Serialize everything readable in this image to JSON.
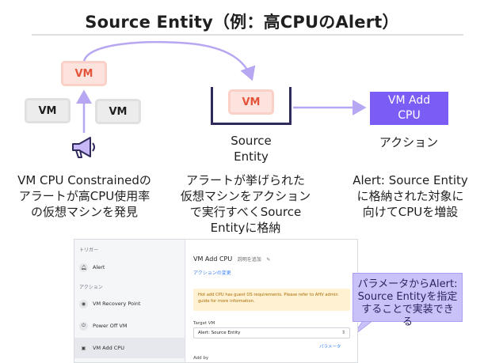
{
  "title": "Source Entity（例：高CPUのAlert）",
  "diagram": {
    "vm_label": "VM",
    "action_box": "VM Add\nCPU",
    "source_entity_label": "Source\nEntity",
    "action_label": "アクション",
    "desc_left": "VM CPU Constrainedの\nアラートが高CPU使用率\nの仮想マシンを発見",
    "desc_middle": "アラートが挙げられた\n仮想マシンをアクション\nで実行すべくSource\nEntityに格納",
    "desc_right": "Alert: Source Entity\nに格納された対象に\n向けてCPUを増設"
  },
  "screenshot": {
    "sidebar": {
      "trigger_section": "トリガー",
      "alert_item": "Alert",
      "action_section": "アクション",
      "items": [
        "VM Recovery Point",
        "Power Off VM",
        "VM Add CPU"
      ]
    },
    "main": {
      "title": "VM Add CPU",
      "title_sub": "説明を追加",
      "change_action_link": "アクションの変更",
      "warning": "Hot add CPU has guest OS requirements. Please refer to AHV admin guide for more information.",
      "target_vm_label": "Target VM",
      "target_vm_value": "Alert: Source Entity",
      "parameter_link": "パラメータ",
      "add_by_label": "Add by"
    }
  },
  "callout": "パラメータからAlert:\nSource Entityを指定\nすることで実装できる",
  "colors": {
    "vm_red_text": "#e5533a",
    "vm_red_bg": "#fde3dd",
    "action_purple": "#7b5cf5",
    "arrow_lavender": "#b7a6f2",
    "callout_bg": "#c9c2f9"
  },
  "icons": {
    "megaphone": "megaphone-icon",
    "bell": "bell-icon",
    "camera": "camera-icon",
    "power": "power-icon",
    "cpu": "cpu-icon",
    "pencil": "pencil-icon"
  }
}
